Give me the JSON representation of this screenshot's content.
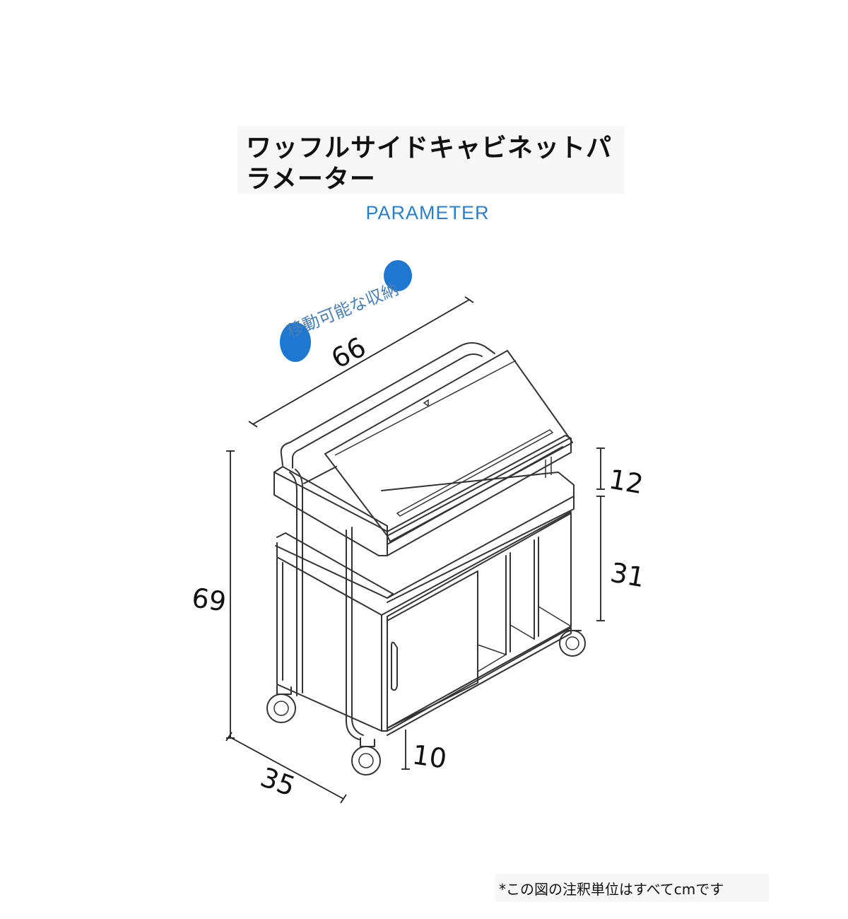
{
  "title": "ワッフルサイドキャビネットパラメーター",
  "subtitle": "PARAMETER",
  "badge": {
    "text": "移動可能な収納",
    "color": "#1e78d2"
  },
  "dimensions": {
    "width": "66",
    "height": "69",
    "depth": "35",
    "top_section": "12",
    "cabinet_section": "31",
    "caster_height": "10"
  },
  "footnote": "*この図の注釈単位はすべてcmです",
  "colors": {
    "accent": "#2c7fc6",
    "line": "#333333"
  }
}
